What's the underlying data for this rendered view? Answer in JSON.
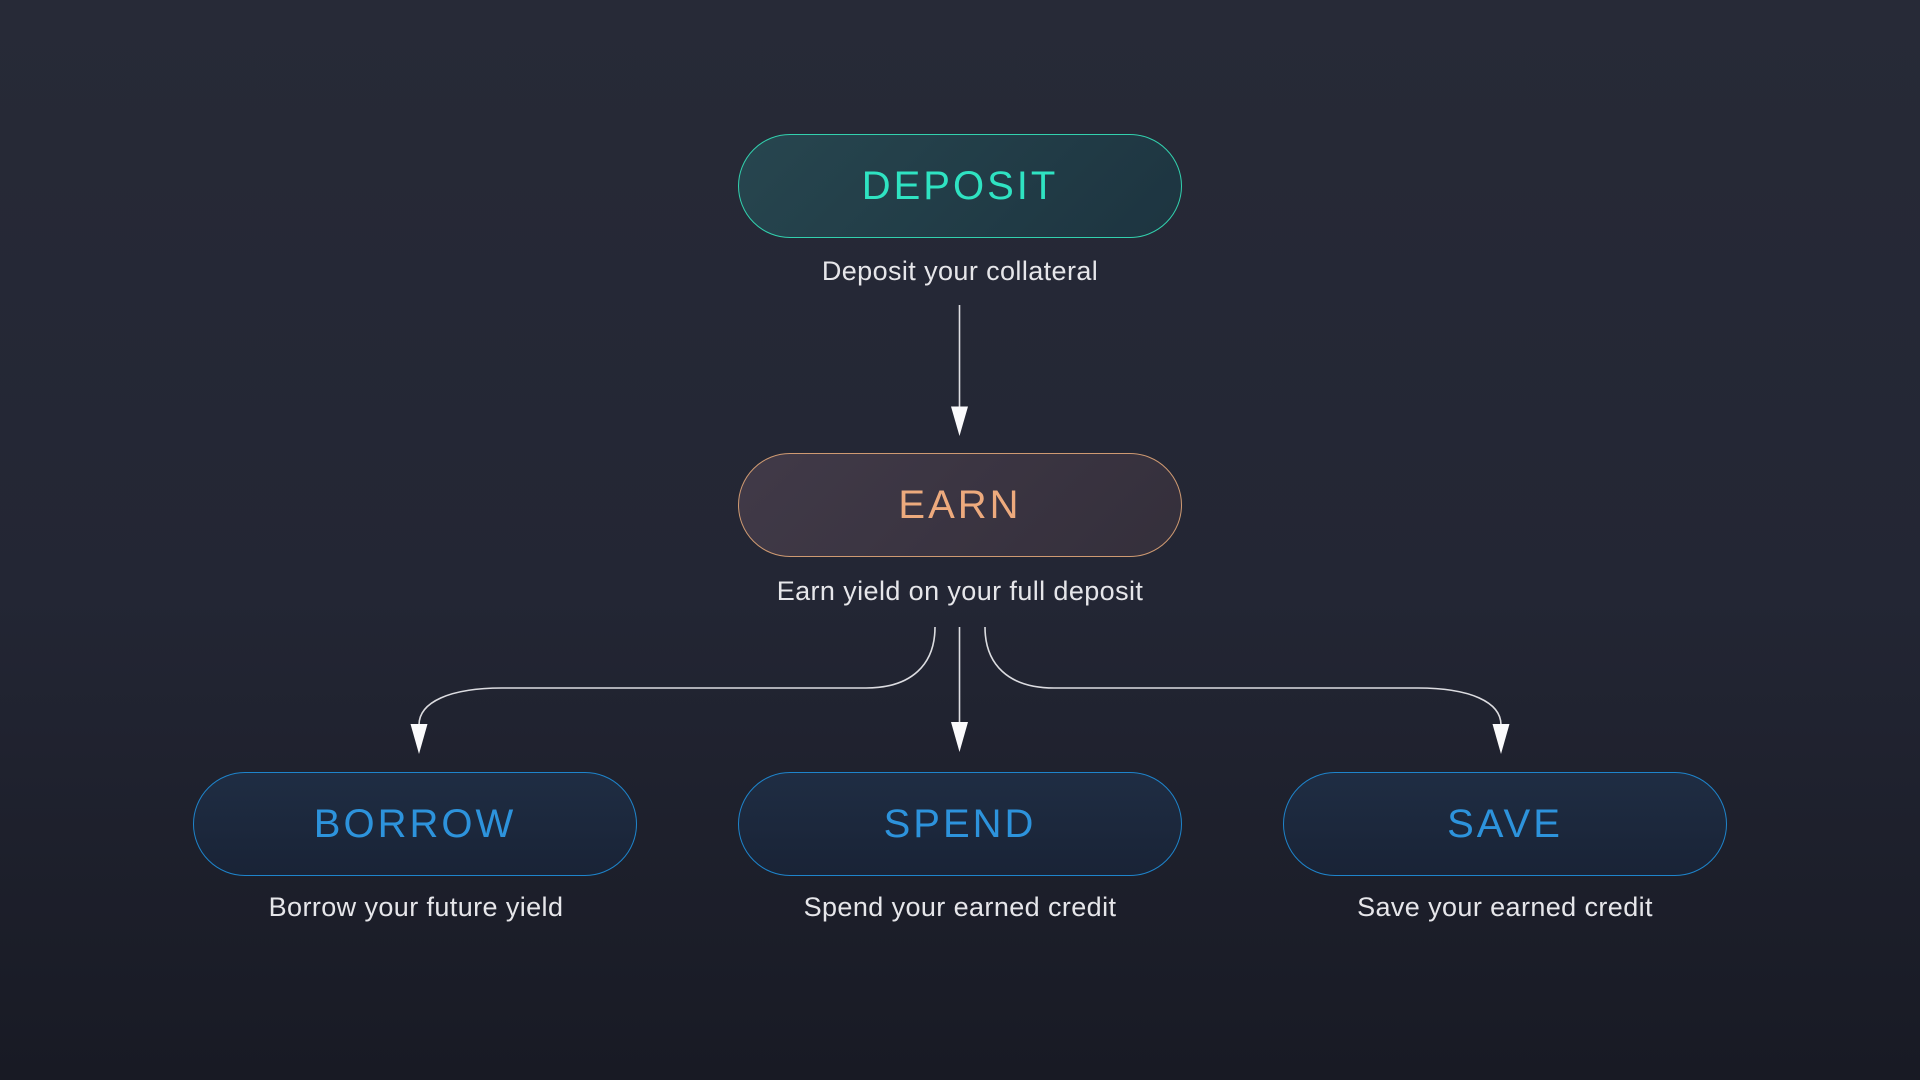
{
  "nodes": {
    "deposit": {
      "label": "DEPOSIT",
      "caption": "Deposit your collateral",
      "accent": "#2fe3c2"
    },
    "earn": {
      "label": "EARN",
      "caption": "Earn yield on your full deposit",
      "accent": "#edaa7d"
    },
    "borrow": {
      "label": "BORROW",
      "caption": "Borrow your future yield",
      "accent": "#2d93dc"
    },
    "spend": {
      "label": "SPEND",
      "caption": "Spend your earned credit",
      "accent": "#2d93dc"
    },
    "save": {
      "label": "SAVE",
      "caption": "Save your earned credit",
      "accent": "#2d93dc"
    }
  },
  "edges": [
    {
      "from": "deposit",
      "to": "earn"
    },
    {
      "from": "earn",
      "to": "borrow"
    },
    {
      "from": "earn",
      "to": "spend"
    },
    {
      "from": "earn",
      "to": "save"
    }
  ],
  "colors": {
    "background-top": "#272a37",
    "background-bottom": "#181a24",
    "teal-text": "#2fe3c2",
    "teal-border": "#32d1ae",
    "teal-fill-a": "#27464f",
    "teal-fill-b": "#1d3440",
    "peach-text": "#edaa7d",
    "peach-border": "#cf9a72",
    "peach-fill-a": "#413a48",
    "peach-fill-b": "#342f3b",
    "blue-text": "#2d93dc",
    "blue-border": "#1e84cb",
    "blue-fill-a": "#1f2d43",
    "blue-fill-b": "#192336",
    "caption-text": "#e6e6ea",
    "arrow-line": "#ededf0"
  }
}
